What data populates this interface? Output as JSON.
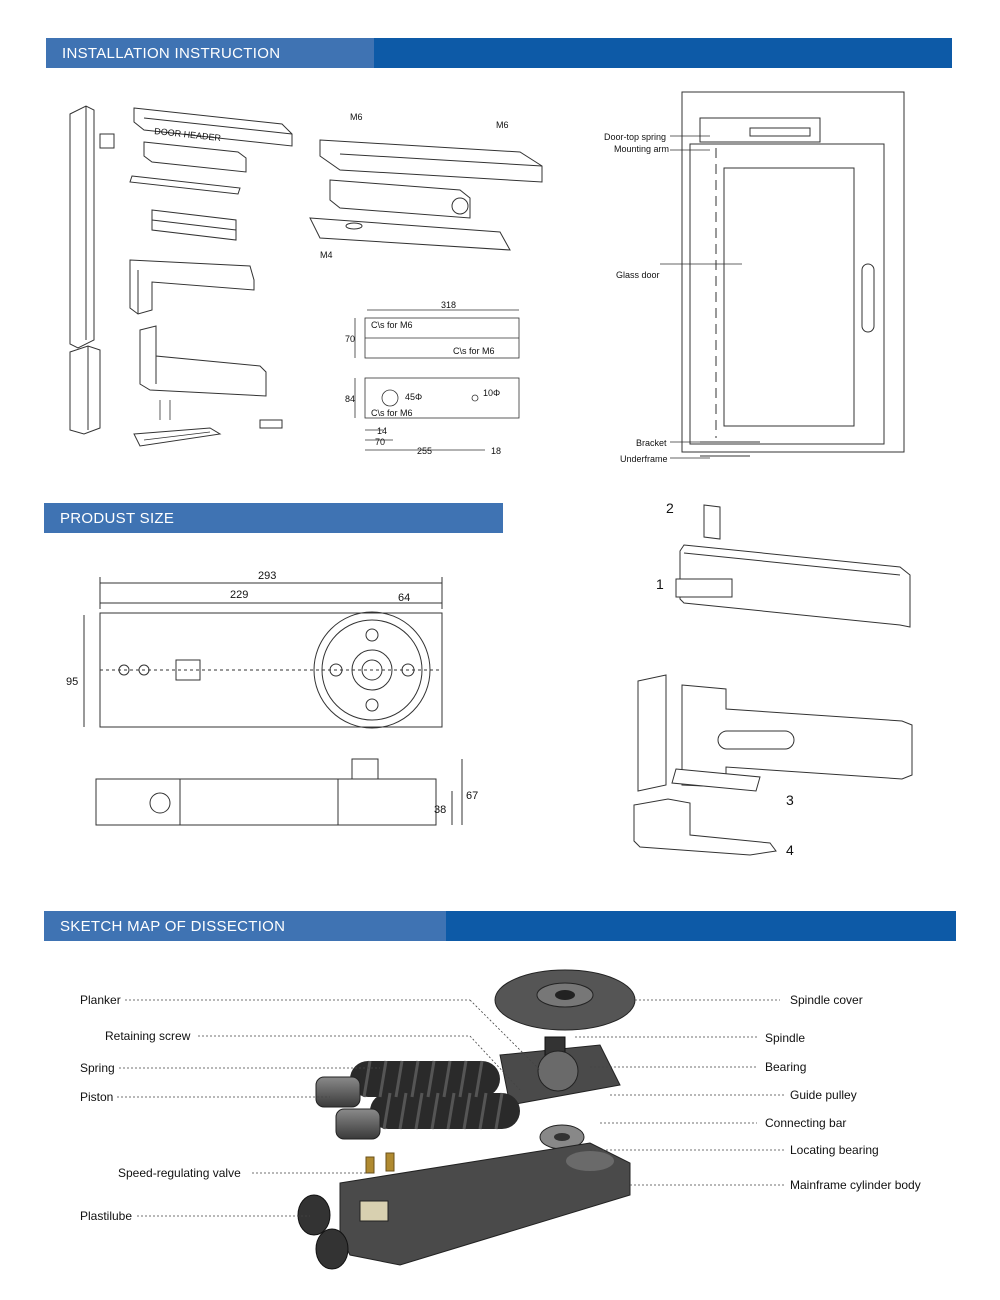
{
  "sections": {
    "installation": "INSTALLATION INSTRUCTION",
    "size": "PRODUST SIZE",
    "dissection": "SKETCH MAP OF DISSECTION"
  },
  "install": {
    "door_header": "DOOR HEADER",
    "m6_a": "M6",
    "m6_b": "M6",
    "m4": "M4",
    "dim_318": "318",
    "dim_70": "70",
    "cs_m6_1": "C\\s for M6",
    "cs_m6_2": "C\\s for M6",
    "dim_84": "84",
    "dia_45": "45Φ",
    "dia_10": "10Φ",
    "cs_m6_3": "C\\s for M6",
    "dim_14": "14",
    "dim_70b": "70",
    "dim_255": "255",
    "dim_18": "18"
  },
  "door": {
    "top_spring": "Door-top spring",
    "mounting_arm": "Mounting arm",
    "glass_door": "Glass door",
    "bracket": "Bracket",
    "underframe": "Underframe"
  },
  "size": {
    "w293": "293",
    "w229": "229",
    "w64": "64",
    "h95": "95",
    "h67": "67",
    "h38": "38"
  },
  "steps": {
    "s1": "1",
    "s2": "2",
    "s3": "3",
    "s4": "4"
  },
  "parts": {
    "left": [
      "Planker",
      "Retaining screw",
      "Spring",
      "Piston",
      "Speed-regulating valve",
      "Plastilube"
    ],
    "right": [
      "Spindle cover",
      "Spindle",
      "Bearing",
      "Guide pulley",
      "Connecting bar",
      "Locating bearing",
      "Mainframe cylinder body"
    ]
  },
  "colors": {
    "banner_dark": "#0d5aa7",
    "banner_light": "#3f73b3"
  }
}
